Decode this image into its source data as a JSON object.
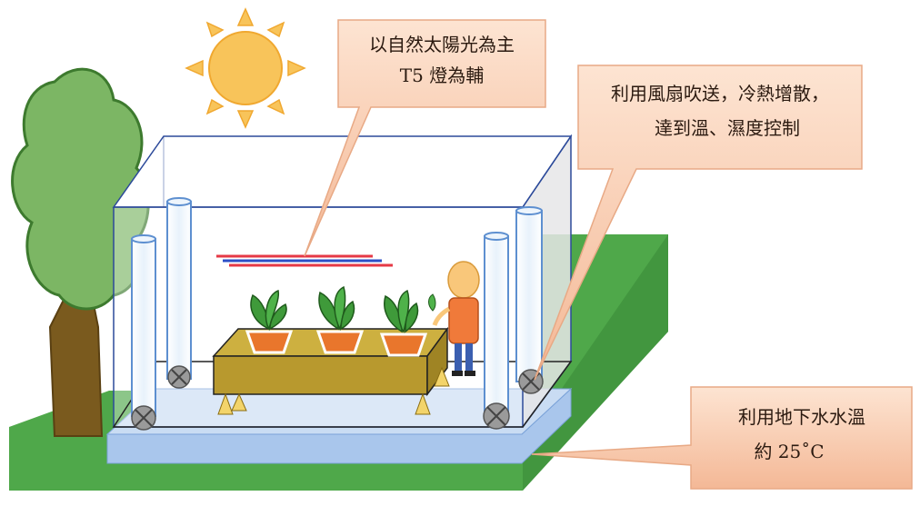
{
  "callouts": {
    "lighting": {
      "line1": "以自然太陽光為主",
      "line2": "T5 燈為輔"
    },
    "fans": {
      "line1": "利用風扇吹送，冷熱增散，",
      "line2": "達到溫、濕度控制"
    },
    "groundwater": {
      "line1": "利用地下水水溫",
      "line2": "約 25˚C"
    }
  },
  "colors": {
    "grass": "#4fa84a",
    "grass_dark": "#3b8a38",
    "water_pad": "#a9c6ec",
    "callout_fill": "#f7c9a6",
    "callout_edge": "#e8a985",
    "sun": "#f8c45a",
    "tree_leaf": "#7cb664",
    "tree_trunk": "#7a5a1e",
    "planter": "#b8992e",
    "pot": "#e9762c",
    "lamp_red": "#e63946",
    "lamp_blue": "#2c4fc7"
  },
  "icons": [
    "sun-icon",
    "tree-icon",
    "fan-icon",
    "plant-icon",
    "person-icon",
    "t5-lamp-icon"
  ]
}
